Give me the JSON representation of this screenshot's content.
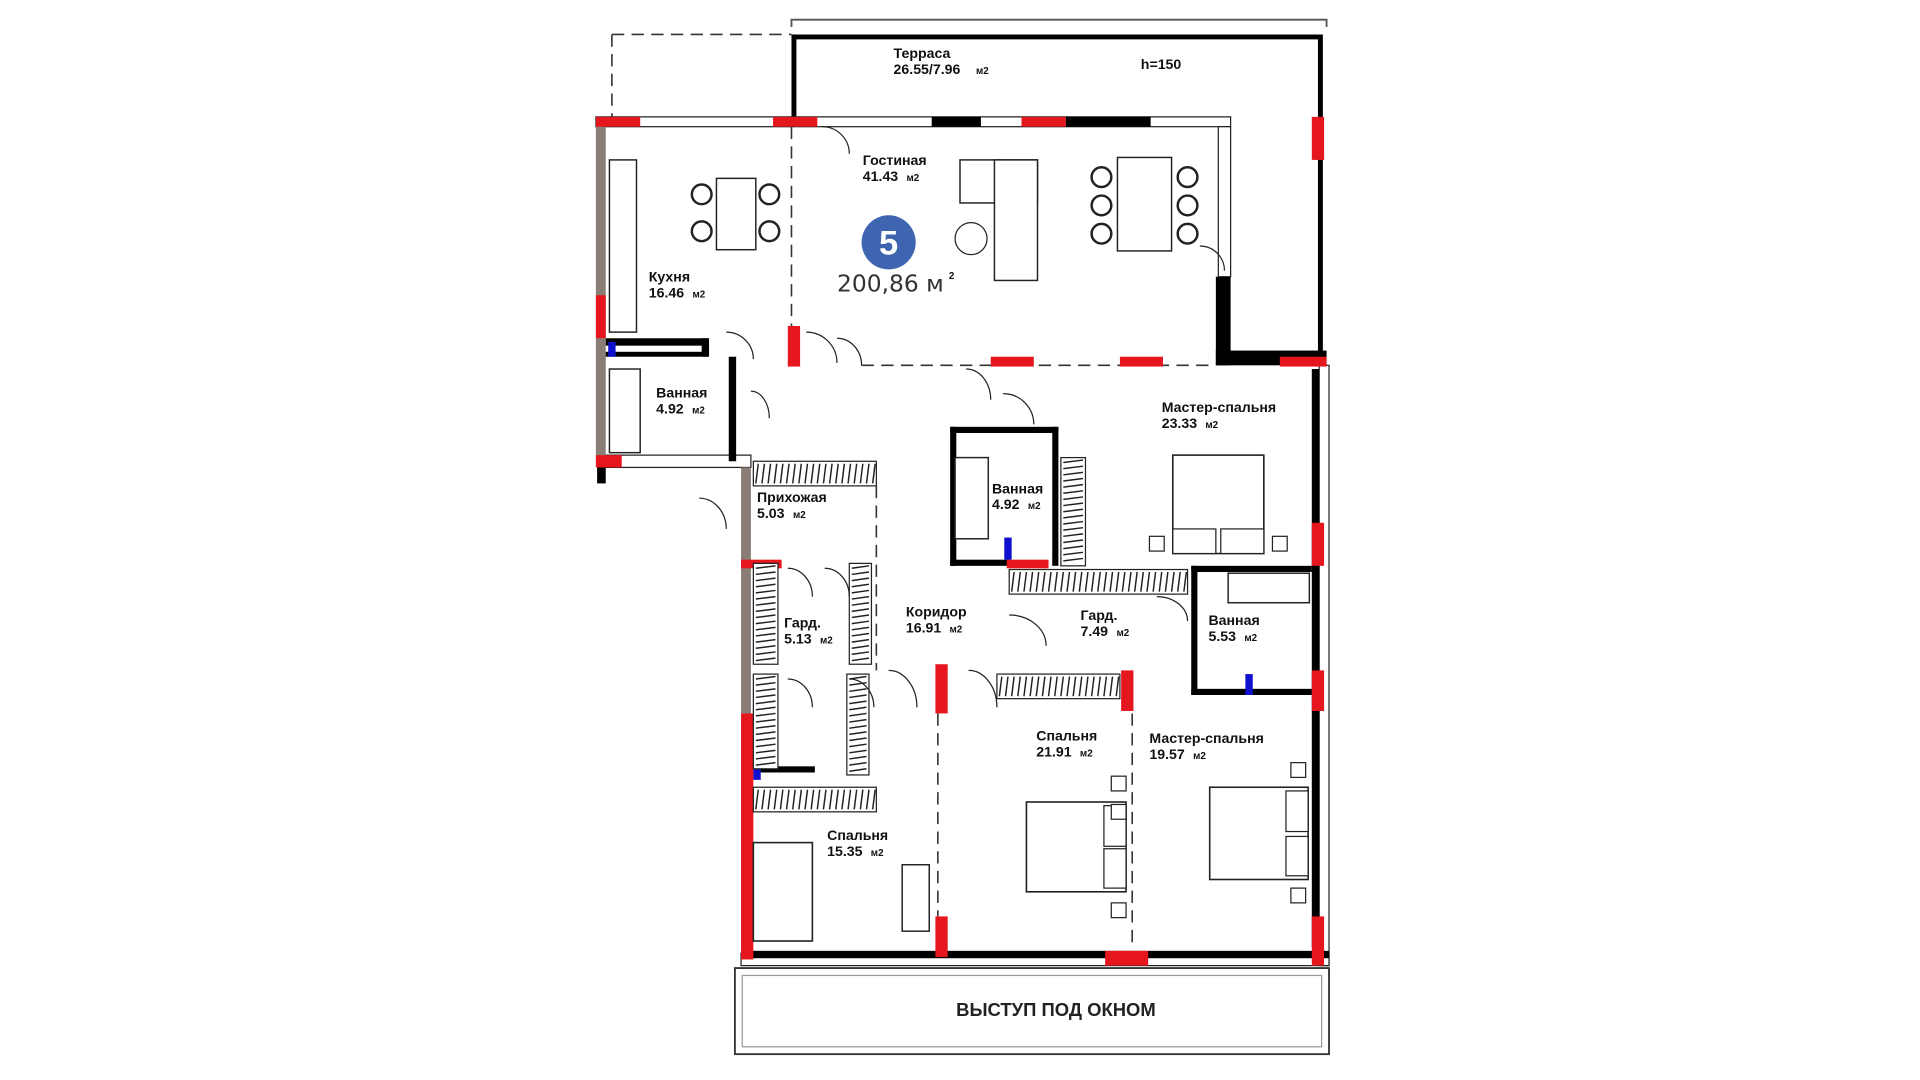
{
  "plan": {
    "apartment_number": "5",
    "total_area": "200,86 м",
    "total_area_sup": "2",
    "height_note": "h=150",
    "window_ledge_label": "ВЫСТУП ПОД ОКНОМ",
    "colors": {
      "wall": "#000000",
      "window_wall": "#e5161d",
      "exterior_wall": "#8a7d76",
      "badge": "#3f64b0",
      "plumbing": "#1010d0"
    },
    "rooms": [
      {
        "name": "Терраса",
        "area": "26.55/7.96",
        "unit": "м2"
      },
      {
        "name": "Гостиная",
        "area": "41.43",
        "unit": "м2"
      },
      {
        "name": "Кухня",
        "area": "16.46",
        "unit": "м2"
      },
      {
        "name": "Ванная",
        "area": "4.92",
        "unit": "м2"
      },
      {
        "name": "Прихожая",
        "area": "5.03",
        "unit": "м2"
      },
      {
        "name": "Мастер-спальня",
        "area": "23.33",
        "unit": "м2"
      },
      {
        "name": "Ванная",
        "area": "4.92",
        "unit": "м2"
      },
      {
        "name": "Коридор",
        "area": "16.91",
        "unit": "м2"
      },
      {
        "name": "Гард.",
        "area": "7.49",
        "unit": "м2"
      },
      {
        "name": "Ванная",
        "area": "5.53",
        "unit": "м2"
      },
      {
        "name": "Гард.",
        "area": "5.13",
        "unit": "м2"
      },
      {
        "name": "Спальня",
        "area": "21.91",
        "unit": "м2"
      },
      {
        "name": "Мастер-спальня",
        "area": "19.57",
        "unit": "м2"
      },
      {
        "name": "Спальня",
        "area": "15.35",
        "unit": "м2"
      }
    ]
  }
}
